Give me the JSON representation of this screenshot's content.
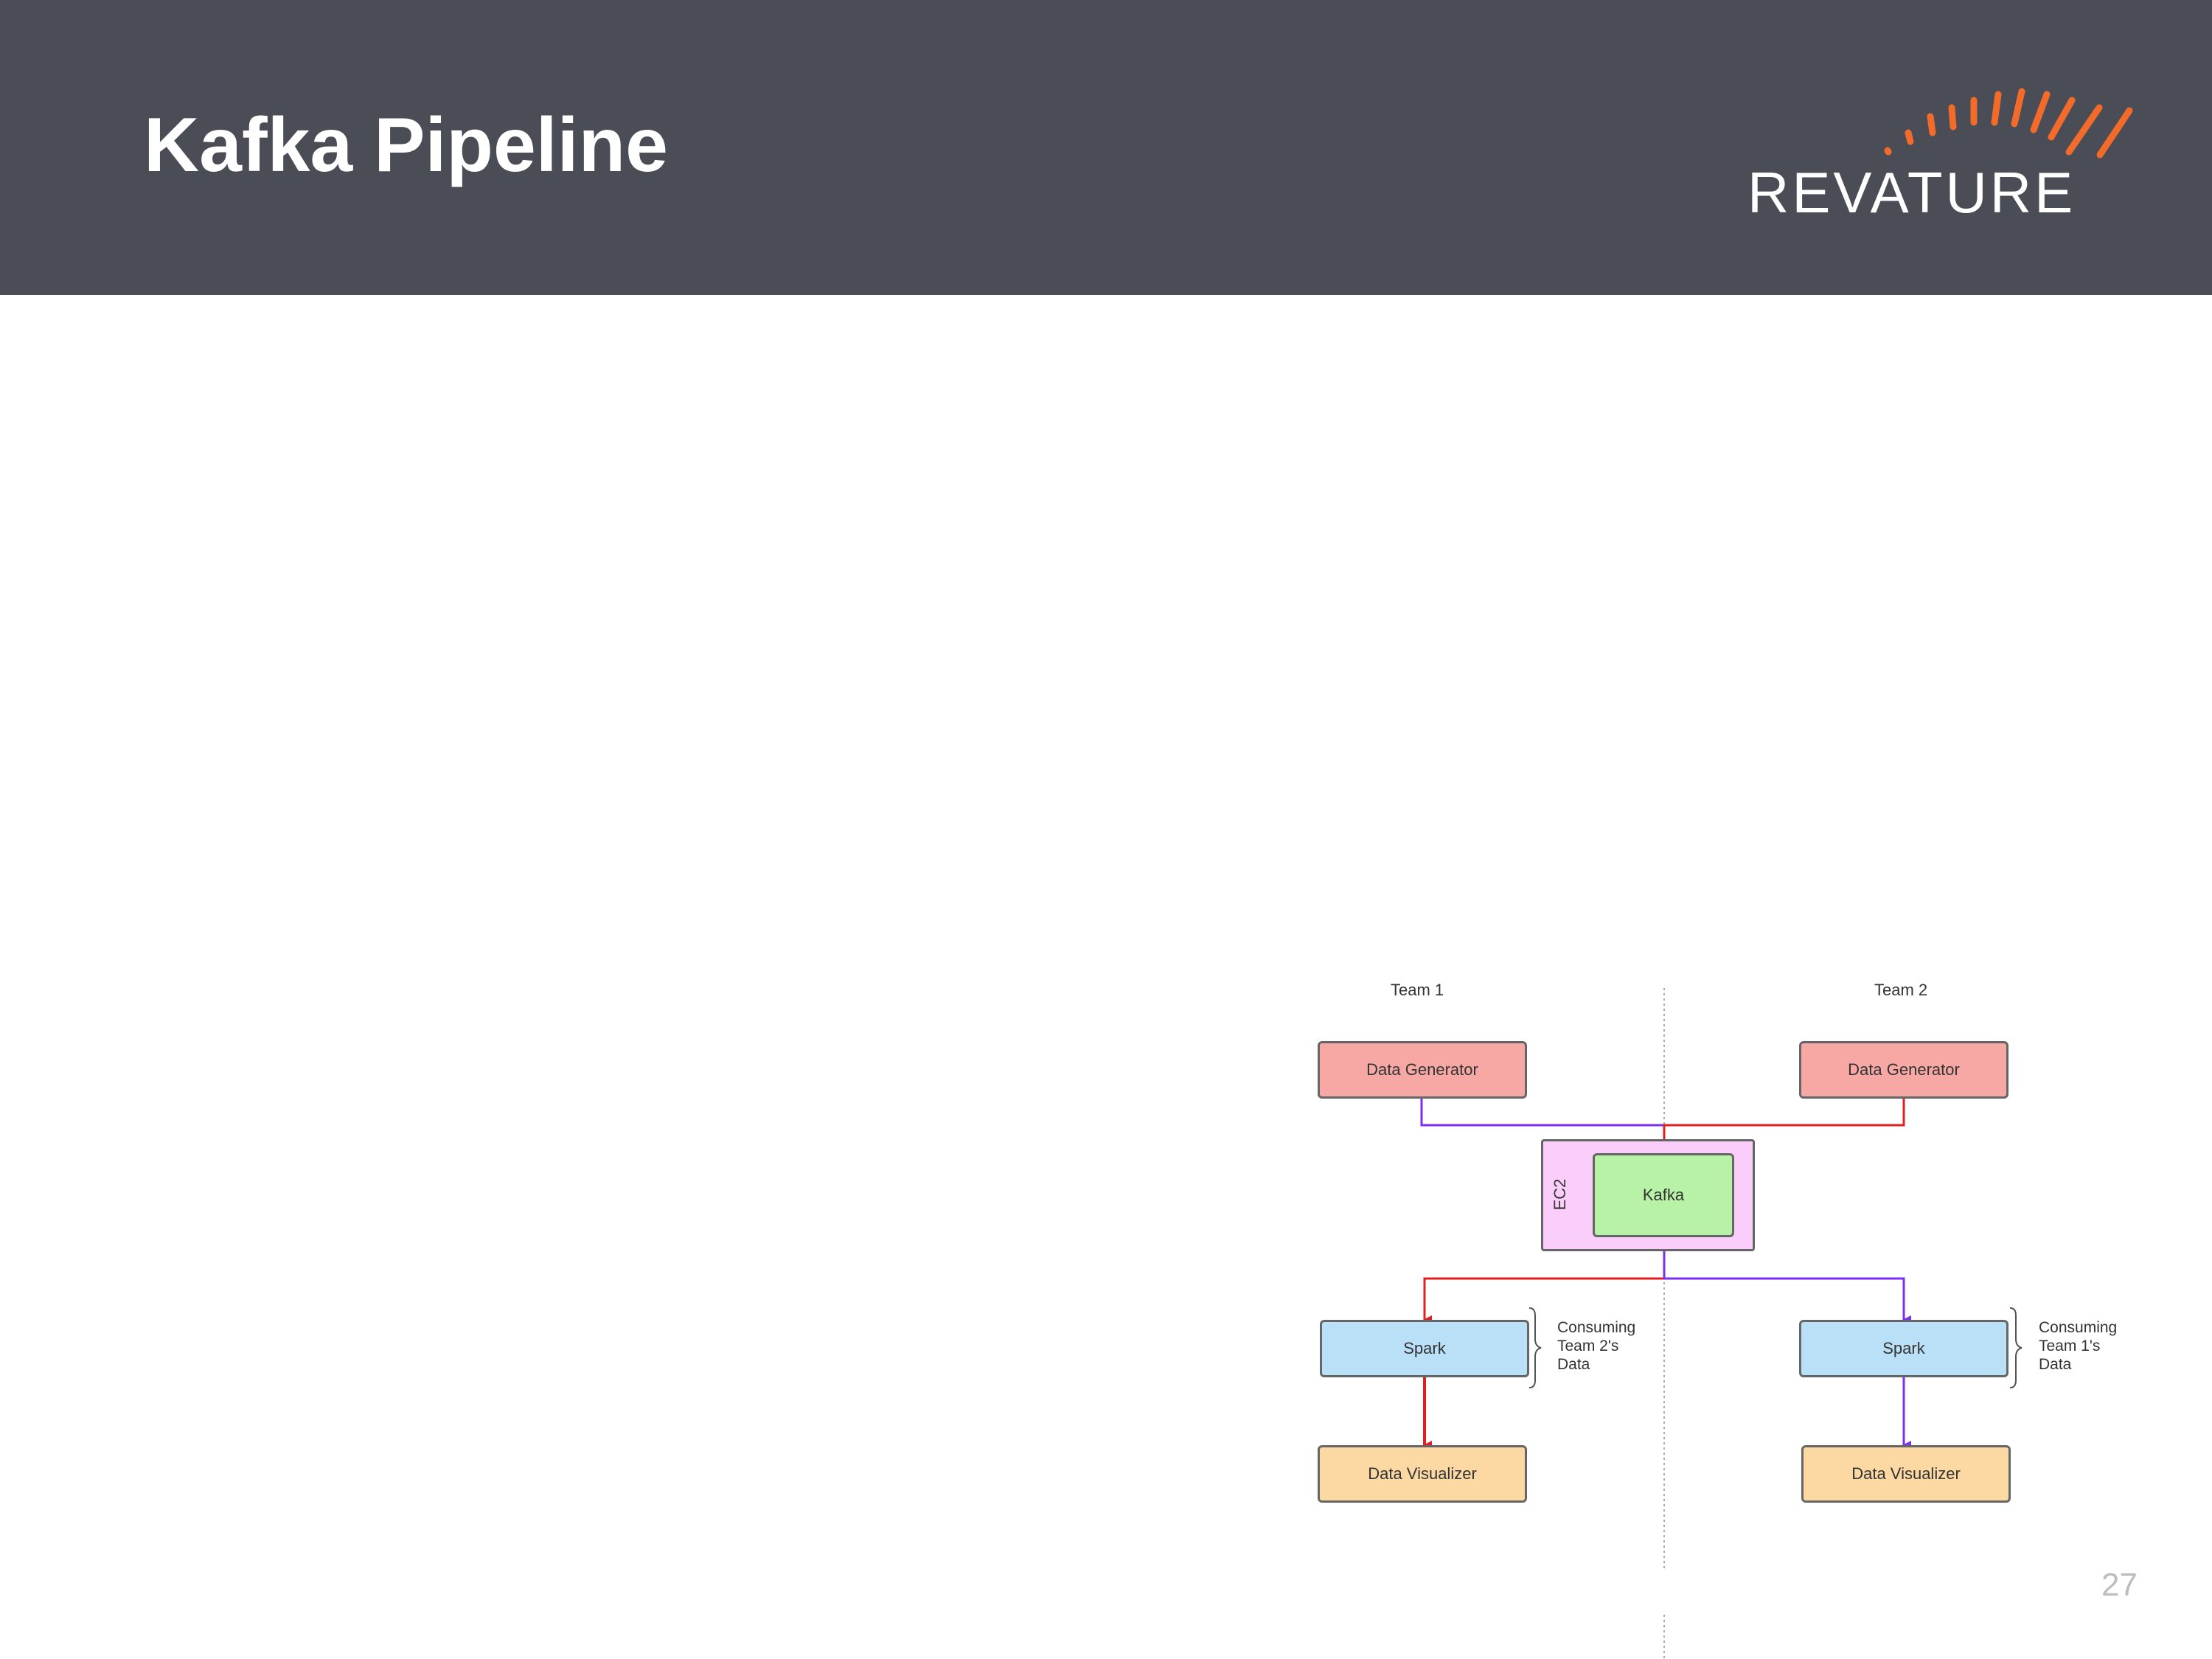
{
  "slide": {
    "title": "Kafka Pipeline",
    "page_number": "27",
    "logo": {
      "text": "REVATURE",
      "accent_color": "#f26b2a"
    }
  },
  "diagram": {
    "team1": {
      "label": "Team 1",
      "generator": "Data Generator",
      "spark": "Spark",
      "visualizer": "Data Visualizer",
      "consuming_note": "Consuming\nTeam 2's\nData"
    },
    "team2": {
      "label": "Team 2",
      "generator": "Data Generator",
      "spark": "Spark",
      "visualizer": "Data Visualizer",
      "consuming_note": "Consuming\nTeam 1's\nData"
    },
    "ec2_label": "EC2",
    "kafka_label": "Kafka",
    "colors": {
      "team1_flow": "#7b2ff0",
      "team2_flow": "#e02020",
      "generator": "#f8a8a4",
      "spark": "#b9e0f6",
      "visualizer": "#fcd9a3",
      "kafka": "#b8f2a6",
      "ec2": "#fbcdfa"
    }
  }
}
